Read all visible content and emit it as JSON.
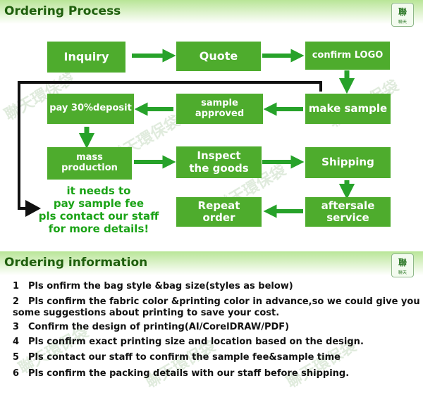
{
  "headers": {
    "ordering_process": "Ordering Process",
    "ordering_information": "Ordering information"
  },
  "watermark": "聯天環保袋",
  "brand_logo": "聯天環保袋",
  "process_steps": {
    "inquiry": "Inquiry",
    "quote": "Quote",
    "confirm_logo": "confirm LOGO",
    "make_sample": "make sample",
    "sample_approved": [
      "sample",
      "approved"
    ],
    "pay_deposit": "pay 30%deposit",
    "mass_production": [
      "mass",
      "production"
    ],
    "inspect_goods": [
      "Inspect",
      "the goods"
    ],
    "shipping": "Shipping",
    "aftersale_service": [
      "aftersale",
      "service"
    ],
    "repeat_order": [
      "Repeat",
      "order"
    ]
  },
  "sample_fee_note": [
    "it needs to",
    "pay sample fee",
    "pls contact our staff",
    "for more details!"
  ],
  "info_items": [
    {
      "num": "1",
      "text": "Pls onfirm  the bag style &bag size(styles as below)"
    },
    {
      "num": "2",
      "text": "Pls confirm the fabric color &printing color in advance,so we could give you"
    },
    {
      "num": "",
      "text": "some suggestions about printing to save your cost."
    },
    {
      "num": "3",
      "text": "Confirm the design of printing(AI/CorelDRAW/PDF)"
    },
    {
      "num": "4",
      "text": "Pls confirm exact printing  size and location  based  on the design."
    },
    {
      "num": "5",
      "text": "Pls contact  our  staff  to  confirm  the  sample  fee&sample time"
    },
    {
      "num": "6",
      "text": "Pls confirm the packing details with our staff before shipping."
    }
  ],
  "colors": {
    "box_green": "#4eac2d",
    "arrow_green": "#27a22a",
    "header_green": "#b9e598",
    "note_green": "#1aa316"
  }
}
